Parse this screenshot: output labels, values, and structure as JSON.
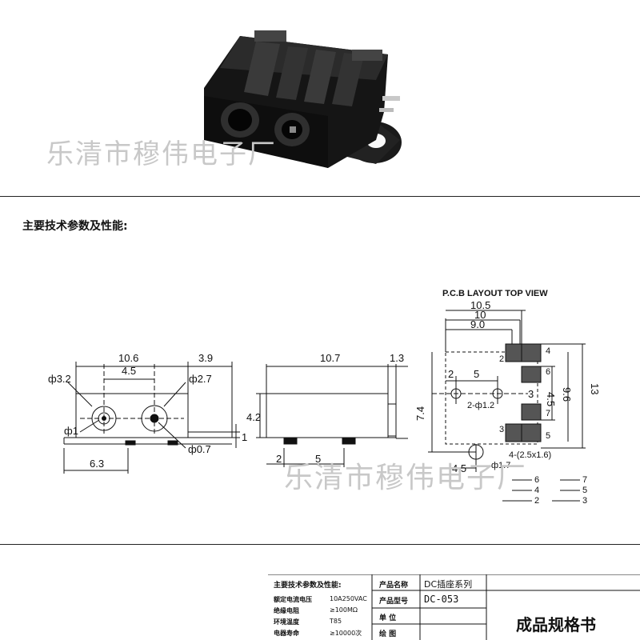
{
  "watermark": {
    "top": "乐清市穆伟电子厂",
    "mid": "乐清市穆伟电子厂"
  },
  "section_title": "主要技术参数及性能:",
  "pcb": {
    "title": "P.C.B LAYOUT  TOP VIEW"
  },
  "front_view": {
    "dims": [
      "10.6",
      "3.9",
      "4.5",
      "ф3.2",
      "ф2.7",
      "ф1",
      "ф0.7",
      "1",
      "6.3"
    ]
  },
  "side_view": {
    "dims": [
      "10.7",
      "1.3",
      "4.2",
      "2",
      "5"
    ]
  },
  "layout_view": {
    "dims": [
      "10.5",
      "10",
      "9.0",
      "2",
      "5",
      "3",
      "2-ф1.2",
      "4.5",
      "9.6",
      "13",
      "7.4",
      "4.5",
      "ф1.7",
      "4-(2.5x1.6)"
    ],
    "pins": [
      "4",
      "6",
      "7",
      "5",
      "2",
      "3"
    ],
    "schematic_pins": [
      "6",
      "4",
      "2",
      "7",
      "5",
      "3"
    ]
  },
  "specs": {
    "title": "主要技术参数及性能:",
    "rows": [
      {
        "label": "额定电流电压",
        "value": "10A250VAC"
      },
      {
        "label": "绝缘电阻",
        "value": "≥100MΩ"
      },
      {
        "label": "环境温度",
        "value": "T85"
      },
      {
        "label": "电器寿命",
        "value": "≥10000次"
      }
    ]
  },
  "title_block": {
    "product_name_label": "产品名称",
    "product_name": "DC插座系列",
    "model_label": "产品型号",
    "model": "DC-053",
    "unit_label": "单  位",
    "drawing_label": "绘  图",
    "doc_title": "成品规格书"
  }
}
